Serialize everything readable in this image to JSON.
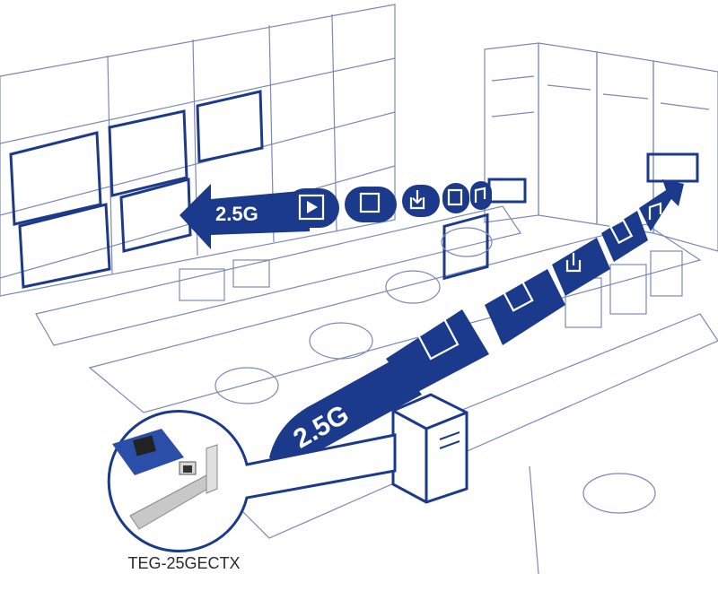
{
  "illustration": {
    "subject": "control room with video wall, operator desks, server racks and PCIe network card",
    "colors": {
      "accent": "#1b3a8c",
      "line": "#7b88b8",
      "background": "#ffffff"
    }
  },
  "top_stream": {
    "speed_label": "2.5G",
    "direction": "left, toward video wall",
    "icons": [
      "video-icon",
      "image-icon",
      "download-icon",
      "file-icon",
      "music-icon"
    ]
  },
  "bottom_stream": {
    "speed_label": "2.5G",
    "direction": "up-right, toward server rack",
    "icons": [
      "video-icon",
      "image-icon",
      "download-icon",
      "file-icon",
      "music-icon"
    ]
  },
  "product": {
    "model": "TEG-25GECTX",
    "callout": "PCIe network adapter card with RJ-45 port, connected to desktop tower"
  }
}
